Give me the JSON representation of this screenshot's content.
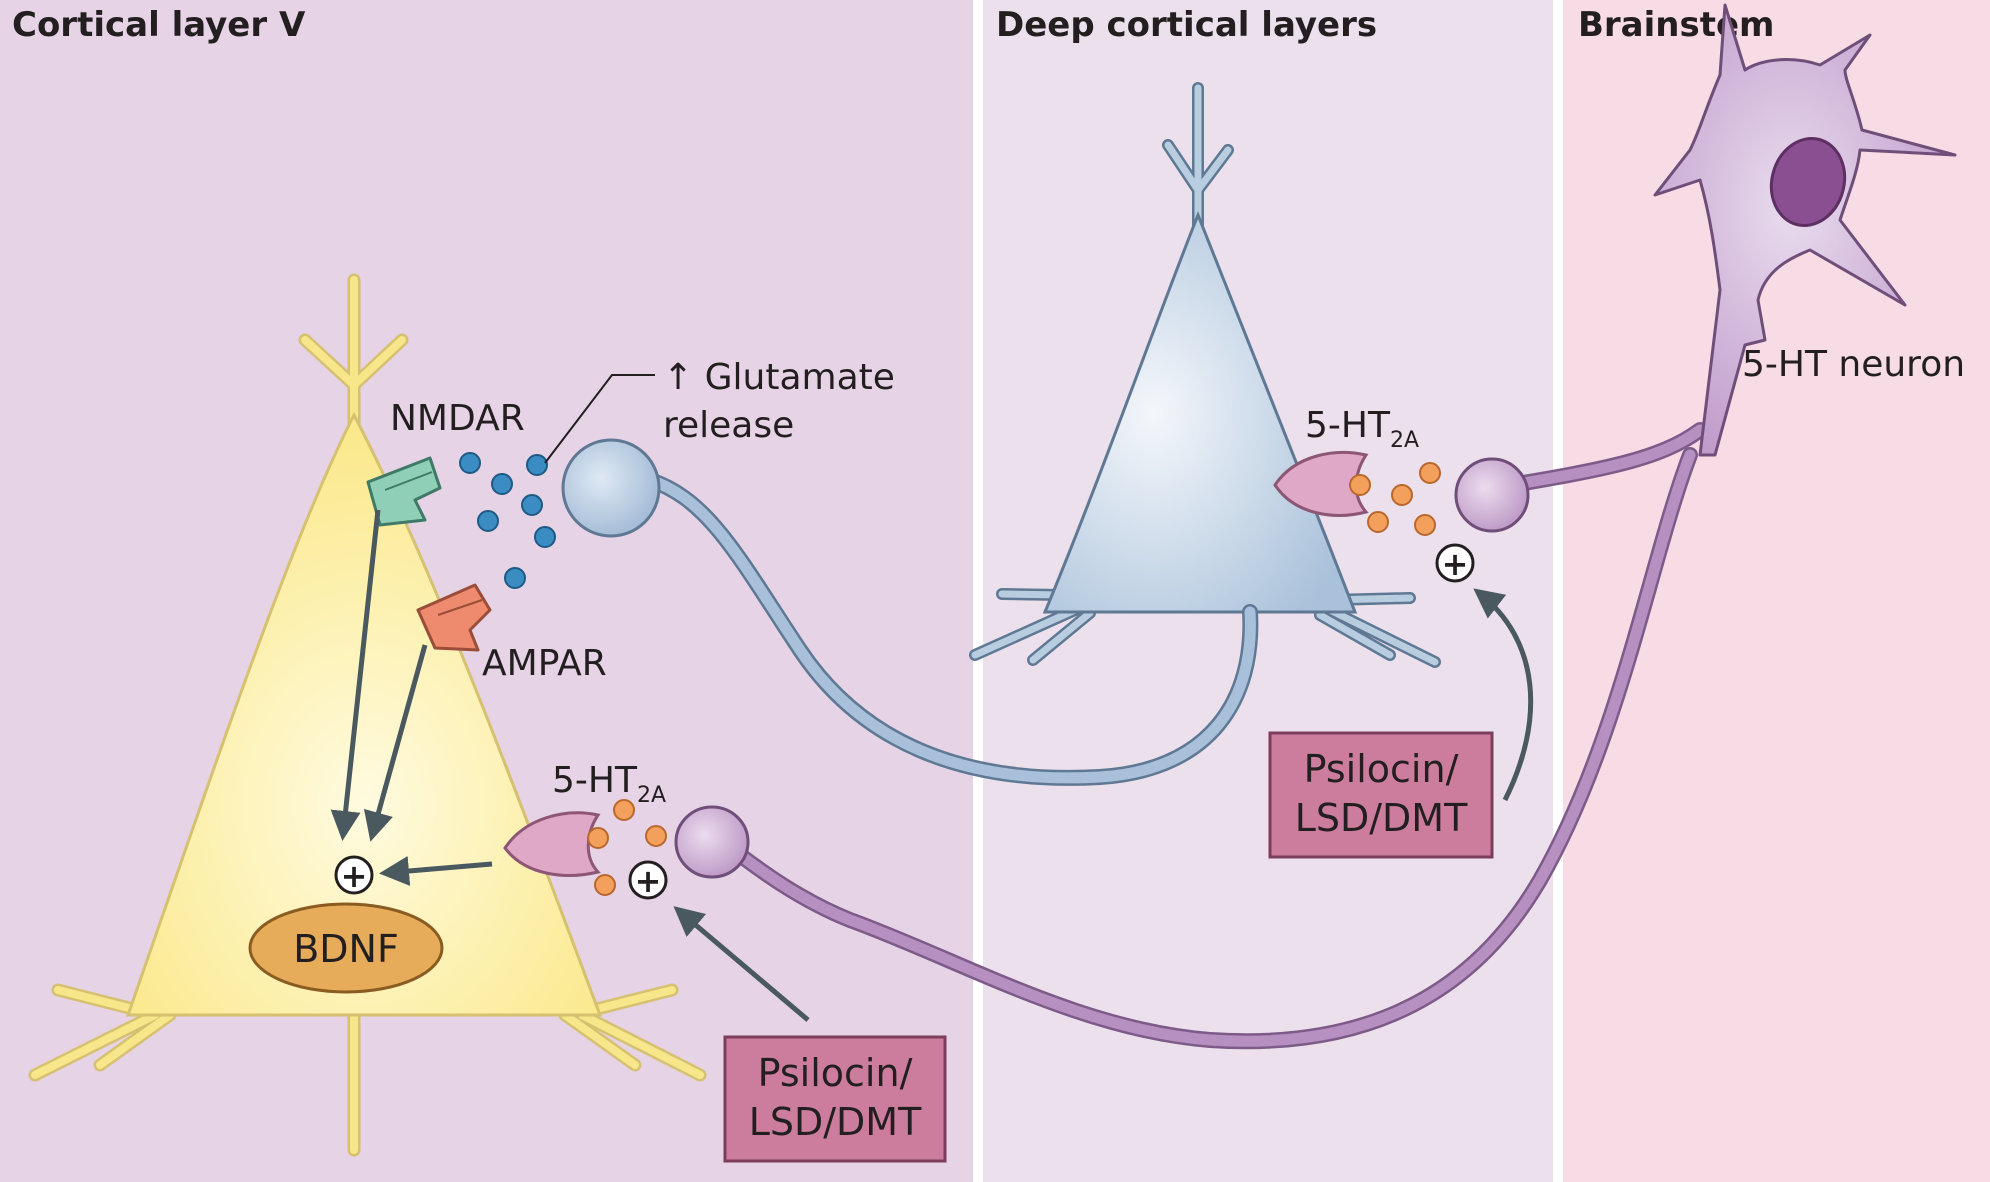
{
  "colors": {
    "panel_left": "#e6d3e6",
    "panel_mid": "#ece0ec",
    "panel_right": "#f7dbe5",
    "pyramidal_yellow": "#fbee9e",
    "pyramidal_yellow_stroke": "#e9d577",
    "pyramidal_blue": "#b9cde1",
    "blue_axon": "#a9c0da",
    "serotonin_purple": "#c7a4cf",
    "purple_axon": "#b690c0",
    "glutamate_dot": "#3a8cc2",
    "serotonin_dot": "#f2a05c",
    "nmdar": "#8fcfb8",
    "ampar": "#ee8a6e",
    "receptor_5ht2a": "#dfa8c6",
    "bdnf": "#e7ac5a",
    "drug_box": "#cc7d9e",
    "arrow": "#4a5960"
  },
  "panels": {
    "left": {
      "title": "Cortical layer V"
    },
    "middle": {
      "title": "Deep cortical layers"
    },
    "right": {
      "title": "Brainstem"
    }
  },
  "labels": {
    "nmdar": "NMDAR",
    "ampar": "AMPAR",
    "glutamate_line1": "↑ Glutamate",
    "glutamate_line2": "release",
    "receptor_main": "5-HT",
    "receptor_sub": "2A",
    "bdnf": "BDNF",
    "neuron_5ht": "5-HT neuron",
    "plus": "+"
  },
  "drug_boxes": [
    {
      "line1": "Psilocin/",
      "line2": "LSD/DMT"
    },
    {
      "line1": "Psilocin/",
      "line2": "LSD/DMT"
    }
  ]
}
